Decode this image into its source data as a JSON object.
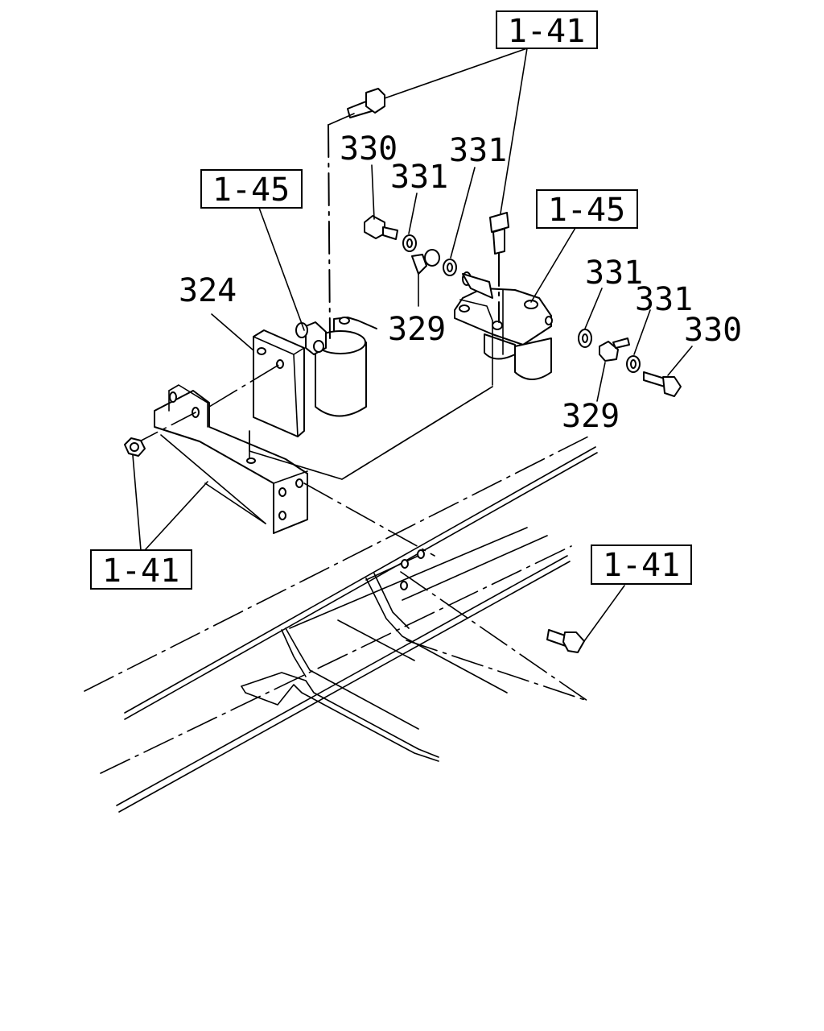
{
  "refs": {
    "top": "1-41",
    "left_mid": "1-45",
    "right_mid": "1-45",
    "bottom_left": "1-41",
    "bottom_right": "1-41"
  },
  "parts": {
    "p330_top": "330",
    "p331_top_a": "331",
    "p331_top_b": "331",
    "p329_top": "329",
    "p324": "324",
    "p331_right_a": "331",
    "p331_right_b": "331",
    "p330_right": "330",
    "p329_right": "329"
  }
}
